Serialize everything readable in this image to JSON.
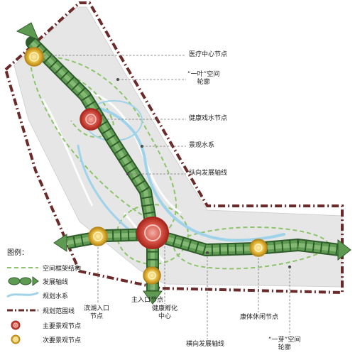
{
  "colors": {
    "boundary": "#6b2a2a",
    "framework": "#8cc46a",
    "axis_fill": "#5f9a52",
    "axis_fill_light": "#8cc07c",
    "axis_stroke": "#2f5c2b",
    "water": "#9fd3ea",
    "land": "#e6e6e6",
    "major_node": "#c0392b",
    "minor_node": "#d6a52b"
  },
  "annotations": [
    {
      "text": "医疗中心节点",
      "lines": [
        "医疗中心节点"
      ]
    },
    {
      "text": "“一叶”空间轮廓",
      "lines": [
        "“一叶”空间",
        "轮廓"
      ]
    },
    {
      "text": "健康戏水节点",
      "lines": [
        "健康戏水节点"
      ]
    },
    {
      "text": "景观水系",
      "lines": [
        "景观水系"
      ]
    },
    {
      "text": "纵向发展轴线",
      "lines": [
        "纵向发展轴线"
      ]
    },
    {
      "text": "滨湖入口节点",
      "lines": [
        "滨湖入口",
        "节点"
      ]
    },
    {
      "text": "主入口节点",
      "lines": [
        "主入口节点"
      ]
    },
    {
      "text": "健康孵化中心",
      "lines": [
        "健康孵化",
        "中心"
      ]
    },
    {
      "text": "横向发展轴线",
      "lines": [
        "横向发展轴线"
      ]
    },
    {
      "text": "康体休闲节点",
      "lines": [
        "康体休闲节点"
      ]
    },
    {
      "text": "“一芽”空间轮廓",
      "lines": [
        "“一芽”空间",
        "轮廓"
      ]
    }
  ],
  "legend": {
    "title": "图例：",
    "items": [
      {
        "label": "空间框架结构",
        "symbol": "dashed-green-line"
      },
      {
        "label": "发展轴线",
        "symbol": "green-segmented-axis"
      },
      {
        "label": "规划水系",
        "symbol": "blue-water-line"
      },
      {
        "label": "规划范围线",
        "symbol": "maroon-dash-dot-line"
      },
      {
        "label": "主要景观节点",
        "symbol": "red-node-icon"
      },
      {
        "label": "次要景观节点",
        "symbol": "gold-node-icon"
      }
    ]
  }
}
